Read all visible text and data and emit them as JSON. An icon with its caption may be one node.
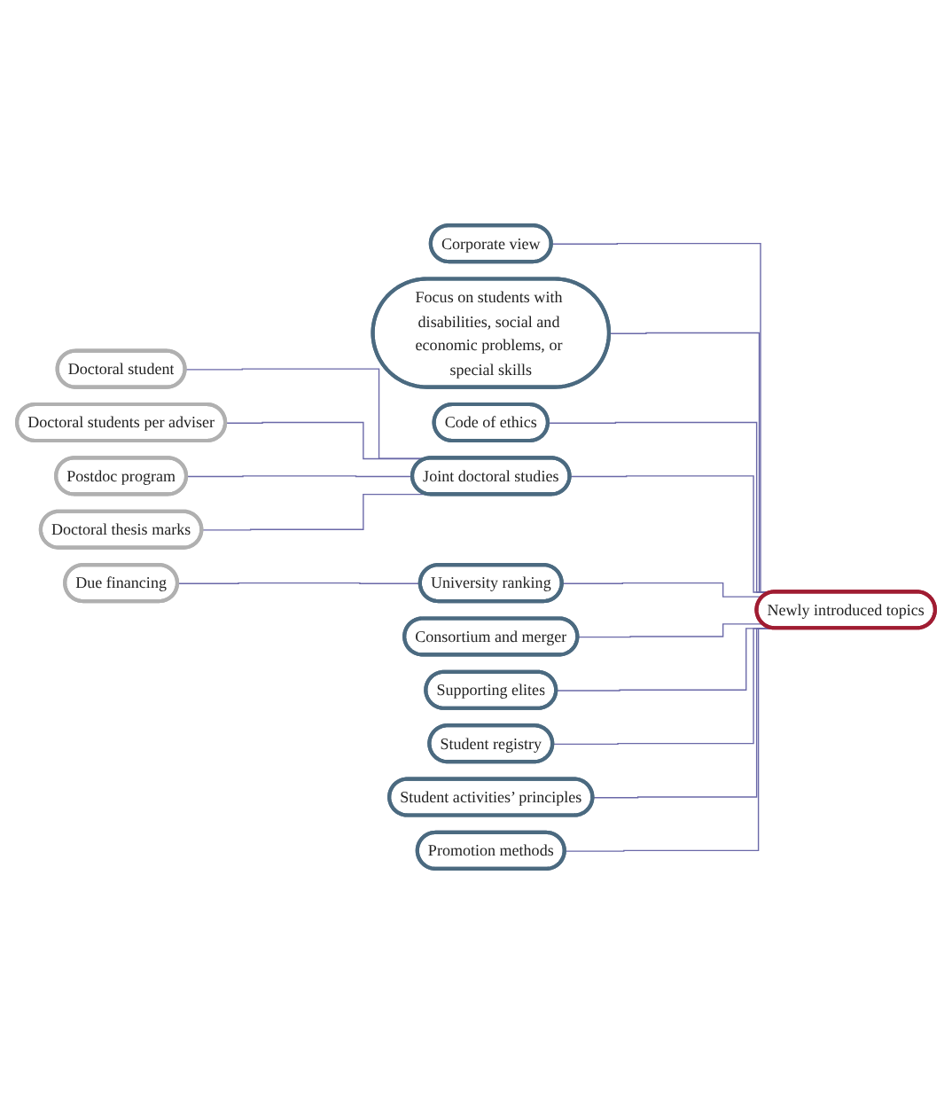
{
  "diagram": {
    "nodes": [
      {
        "text": [
          "Newly introduced topics"
        ]
      },
      {
        "text": [
          "Corporate view"
        ]
      },
      {
        "text": [
          "Focus on students with disabilities, social and economic problems, or special skills"
        ]
      },
      {
        "text": [
          "Code of ethics"
        ]
      },
      {
        "text": [
          "Joint doctoral studies"
        ]
      },
      {
        "text": [
          "Doctoral student"
        ]
      },
      {
        "text": [
          "Doctoral students per adviser"
        ]
      },
      {
        "text": [
          "Postdoc program"
        ]
      },
      {
        "text": [
          "Doctoral thesis marks"
        ]
      },
      {
        "text": [
          "University ranking"
        ]
      },
      {
        "text": [
          "Due financing"
        ]
      },
      {
        "text": [
          "Consortium and merger"
        ]
      },
      {
        "text": [
          "Supporting elites"
        ]
      },
      {
        "text": [
          "Student registry"
        ]
      },
      {
        "text": [
          "Student activities’ principles"
        ]
      },
      {
        "text": [
          "Promotion methods"
        ]
      }
    ],
    "edges": [
      {
        "from": 0,
        "to": 1,
        "arrow": "none"
      },
      {
        "from": 0,
        "to": 2,
        "arrow": "none"
      },
      {
        "from": 0,
        "to": 3,
        "arrow": "none"
      },
      {
        "from": 0,
        "to": 4,
        "arrow": "none"
      },
      {
        "from": 4,
        "to": 5,
        "arrow": "none"
      },
      {
        "from": 4,
        "to": 6,
        "arrow": "none"
      },
      {
        "from": 4,
        "to": 7,
        "arrow": "none"
      },
      {
        "from": 4,
        "to": 8,
        "arrow": "none"
      },
      {
        "from": 0,
        "to": 9,
        "arrow": "none"
      },
      {
        "from": 9,
        "to": 10,
        "arrow": "none"
      },
      {
        "from": 0,
        "to": 11,
        "arrow": "none"
      },
      {
        "from": 0,
        "to": 12,
        "arrow": "none"
      },
      {
        "from": 0,
        "to": 13,
        "arrow": "none"
      },
      {
        "from": 0,
        "to": 14,
        "arrow": "none"
      },
      {
        "from": 0,
        "to": 15,
        "arrow": "none"
      }
    ]
  }
}
